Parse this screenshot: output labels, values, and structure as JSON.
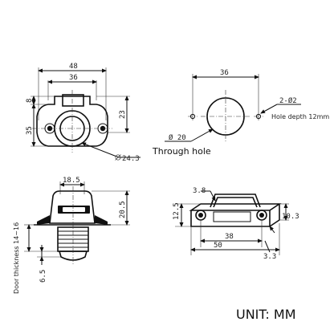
{
  "front_view": {
    "width_outer": "48",
    "width_inner": "36",
    "height_left": "8",
    "height_total": "35",
    "height_right": "23",
    "button_diameter": "24.3"
  },
  "hole_view": {
    "spacing": "36",
    "small_holes": "2-Ø2",
    "hole_depth_note": "Hole depth 12mm",
    "big_hole": "Ø 20",
    "through_hole_label": "Through hole"
  },
  "side_view": {
    "top_width": "18.5",
    "height": "20.5",
    "door_thickness_label": "Door thickness 14~16",
    "bottom_dim": "6.5"
  },
  "strike_plate": {
    "top_left": "3.8",
    "height": "12.5",
    "right_height": "10.3",
    "inner_length": "38",
    "total_length": "50",
    "thickness": "3.3"
  },
  "unit_label": "UNIT: MM"
}
